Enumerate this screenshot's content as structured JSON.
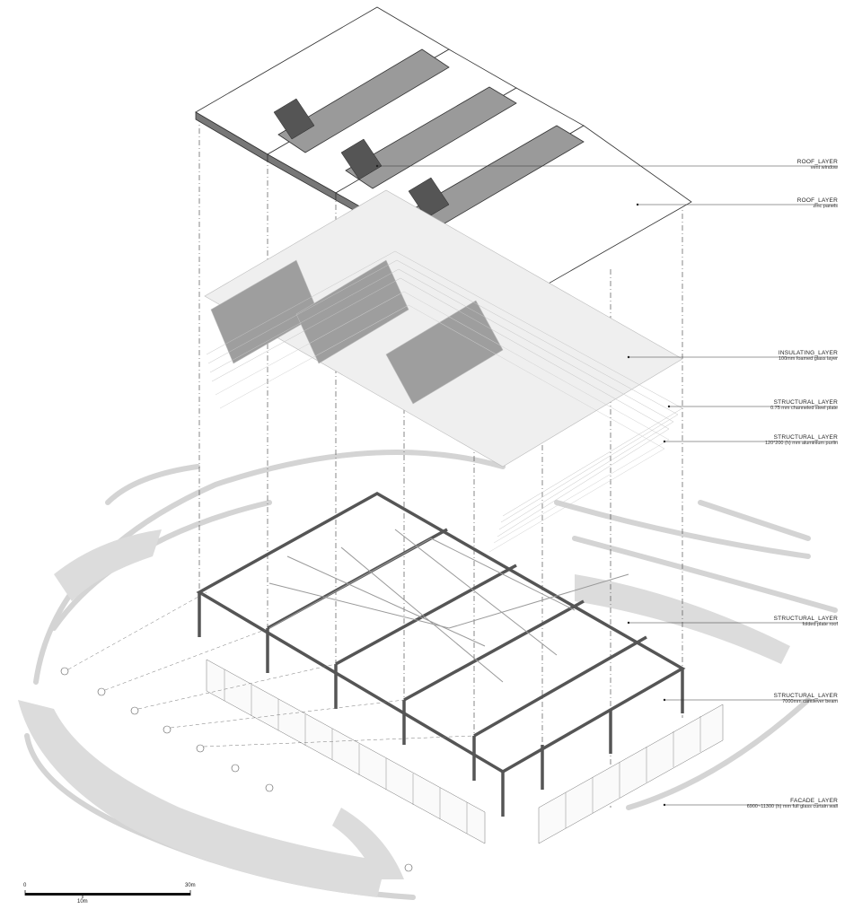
{
  "labels": [
    {
      "title": "ROOF_LAYER",
      "desc": "vent window"
    },
    {
      "title": "ROOF_LAYER",
      "desc": "zinc panels"
    },
    {
      "title": "INSULATING_LAYER",
      "desc": "100mm  foamed glass layer"
    },
    {
      "title": "STRUCTURAL_LAYER",
      "desc": "0.75 mm channeled steel plate"
    },
    {
      "title": "STRUCTURAL_LAYER",
      "desc": "120*200 (h) mm  aluminium purlin"
    },
    {
      "title": "STRUCTURAL_LAYER",
      "desc": "folded plate roof"
    },
    {
      "title": "STRUCTURAL_LAYER",
      "desc": "7000mm cantilever beam"
    },
    {
      "title": "FACADE_LAYER",
      "desc": "6900~11300 (h) mm  full glass curtain wall"
    }
  ],
  "scale_bar": {
    "start": "0",
    "mid": "10m",
    "end": "30m"
  },
  "colors": {
    "ink": "#222222",
    "roof_shade": "#8c8c8c",
    "terrain": "#d6d6d6",
    "frame": "#6e6e6e"
  }
}
